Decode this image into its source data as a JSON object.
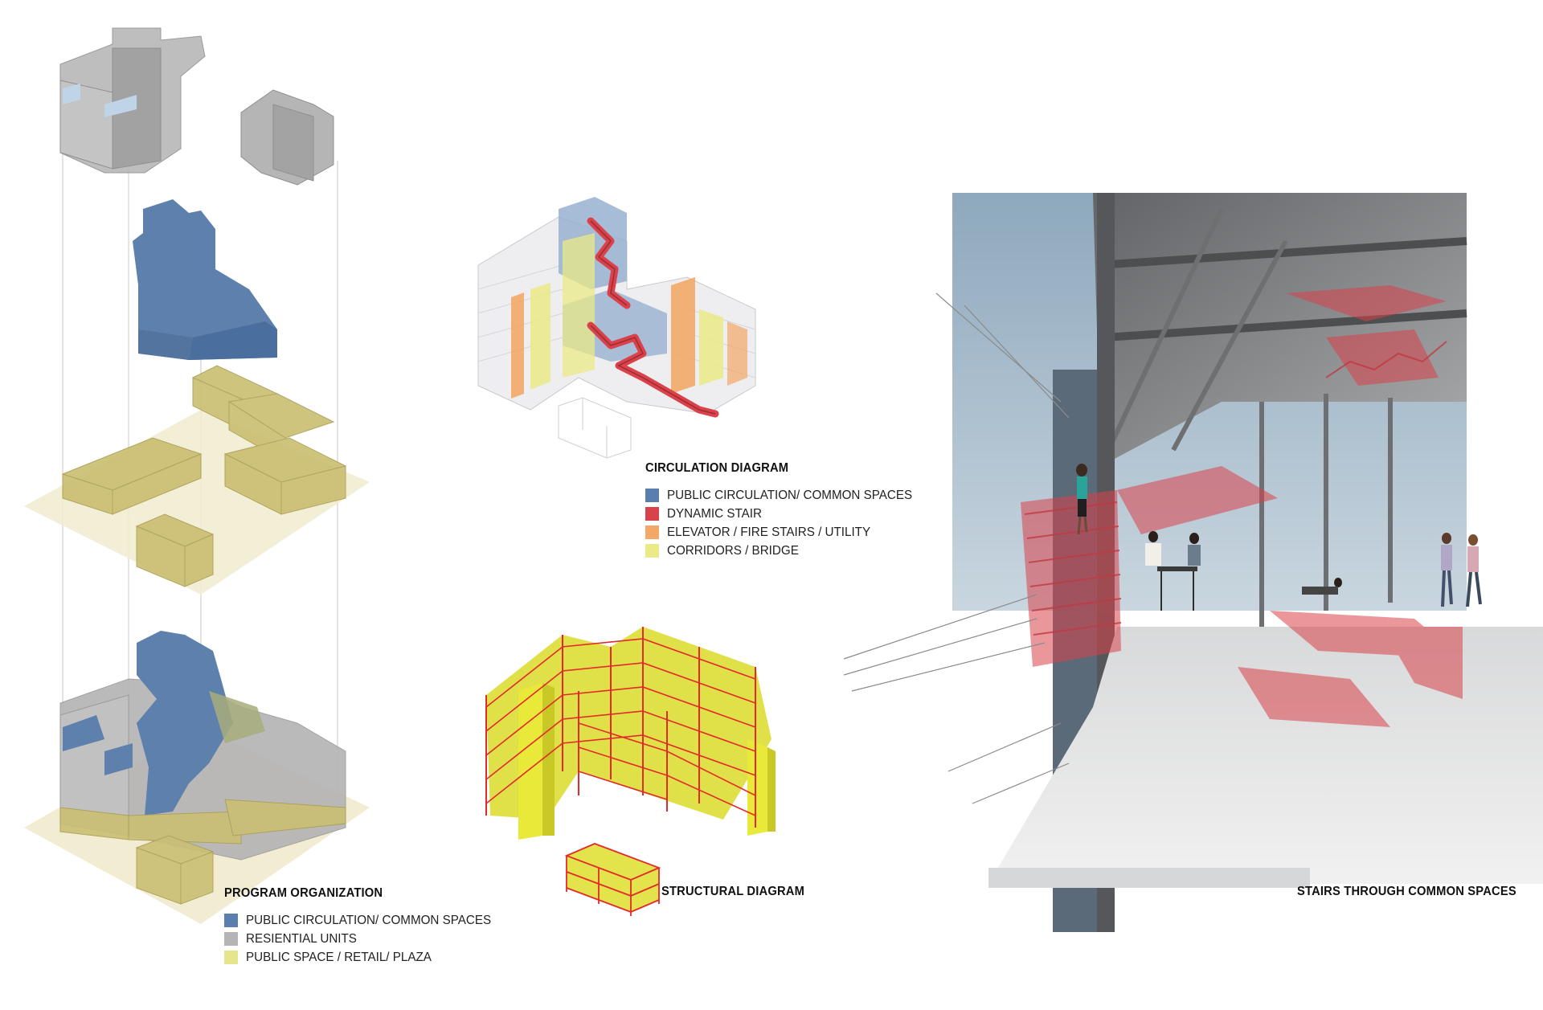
{
  "program": {
    "title": "PROGRAM ORGANIZATION",
    "legend": [
      {
        "label": "PUBLIC CIRCULATION/ COMMON SPACES",
        "color": "#5a7fae"
      },
      {
        "label": "RESIENTIAL UNITS",
        "color": "#b5b5b5"
      },
      {
        "label": "PUBLIC SPACE / RETAIL/ PLAZA",
        "color": "#e5e58c"
      }
    ]
  },
  "circulation": {
    "title": "CIRCULATION DIAGRAM",
    "legend": [
      {
        "label": "PUBLIC CIRCULATION/ COMMON SPACES",
        "color": "#5a7fae"
      },
      {
        "label": "DYNAMIC STAIR",
        "color": "#d9424a"
      },
      {
        "label": "ELEVATOR / FIRE STAIRS / UTILITY",
        "color": "#f2a867"
      },
      {
        "label": "CORRIDORS / BRIDGE",
        "color": "#eaea87"
      }
    ]
  },
  "structural": {
    "title": "STRUCTURAL DIAGRAM"
  },
  "rendering": {
    "title": "STAIRS  THROUGH COMMON SPACES"
  },
  "colors": {
    "blue": "#5a7fae",
    "grey": "#a9a9a9",
    "olive": "#c9bb6c",
    "plaza": "#f2ecd2",
    "red": "#d9424a",
    "orange": "#f2a867",
    "yellow": "#eaea87",
    "sky": "#9fb7c9",
    "steel": "#77787a"
  }
}
